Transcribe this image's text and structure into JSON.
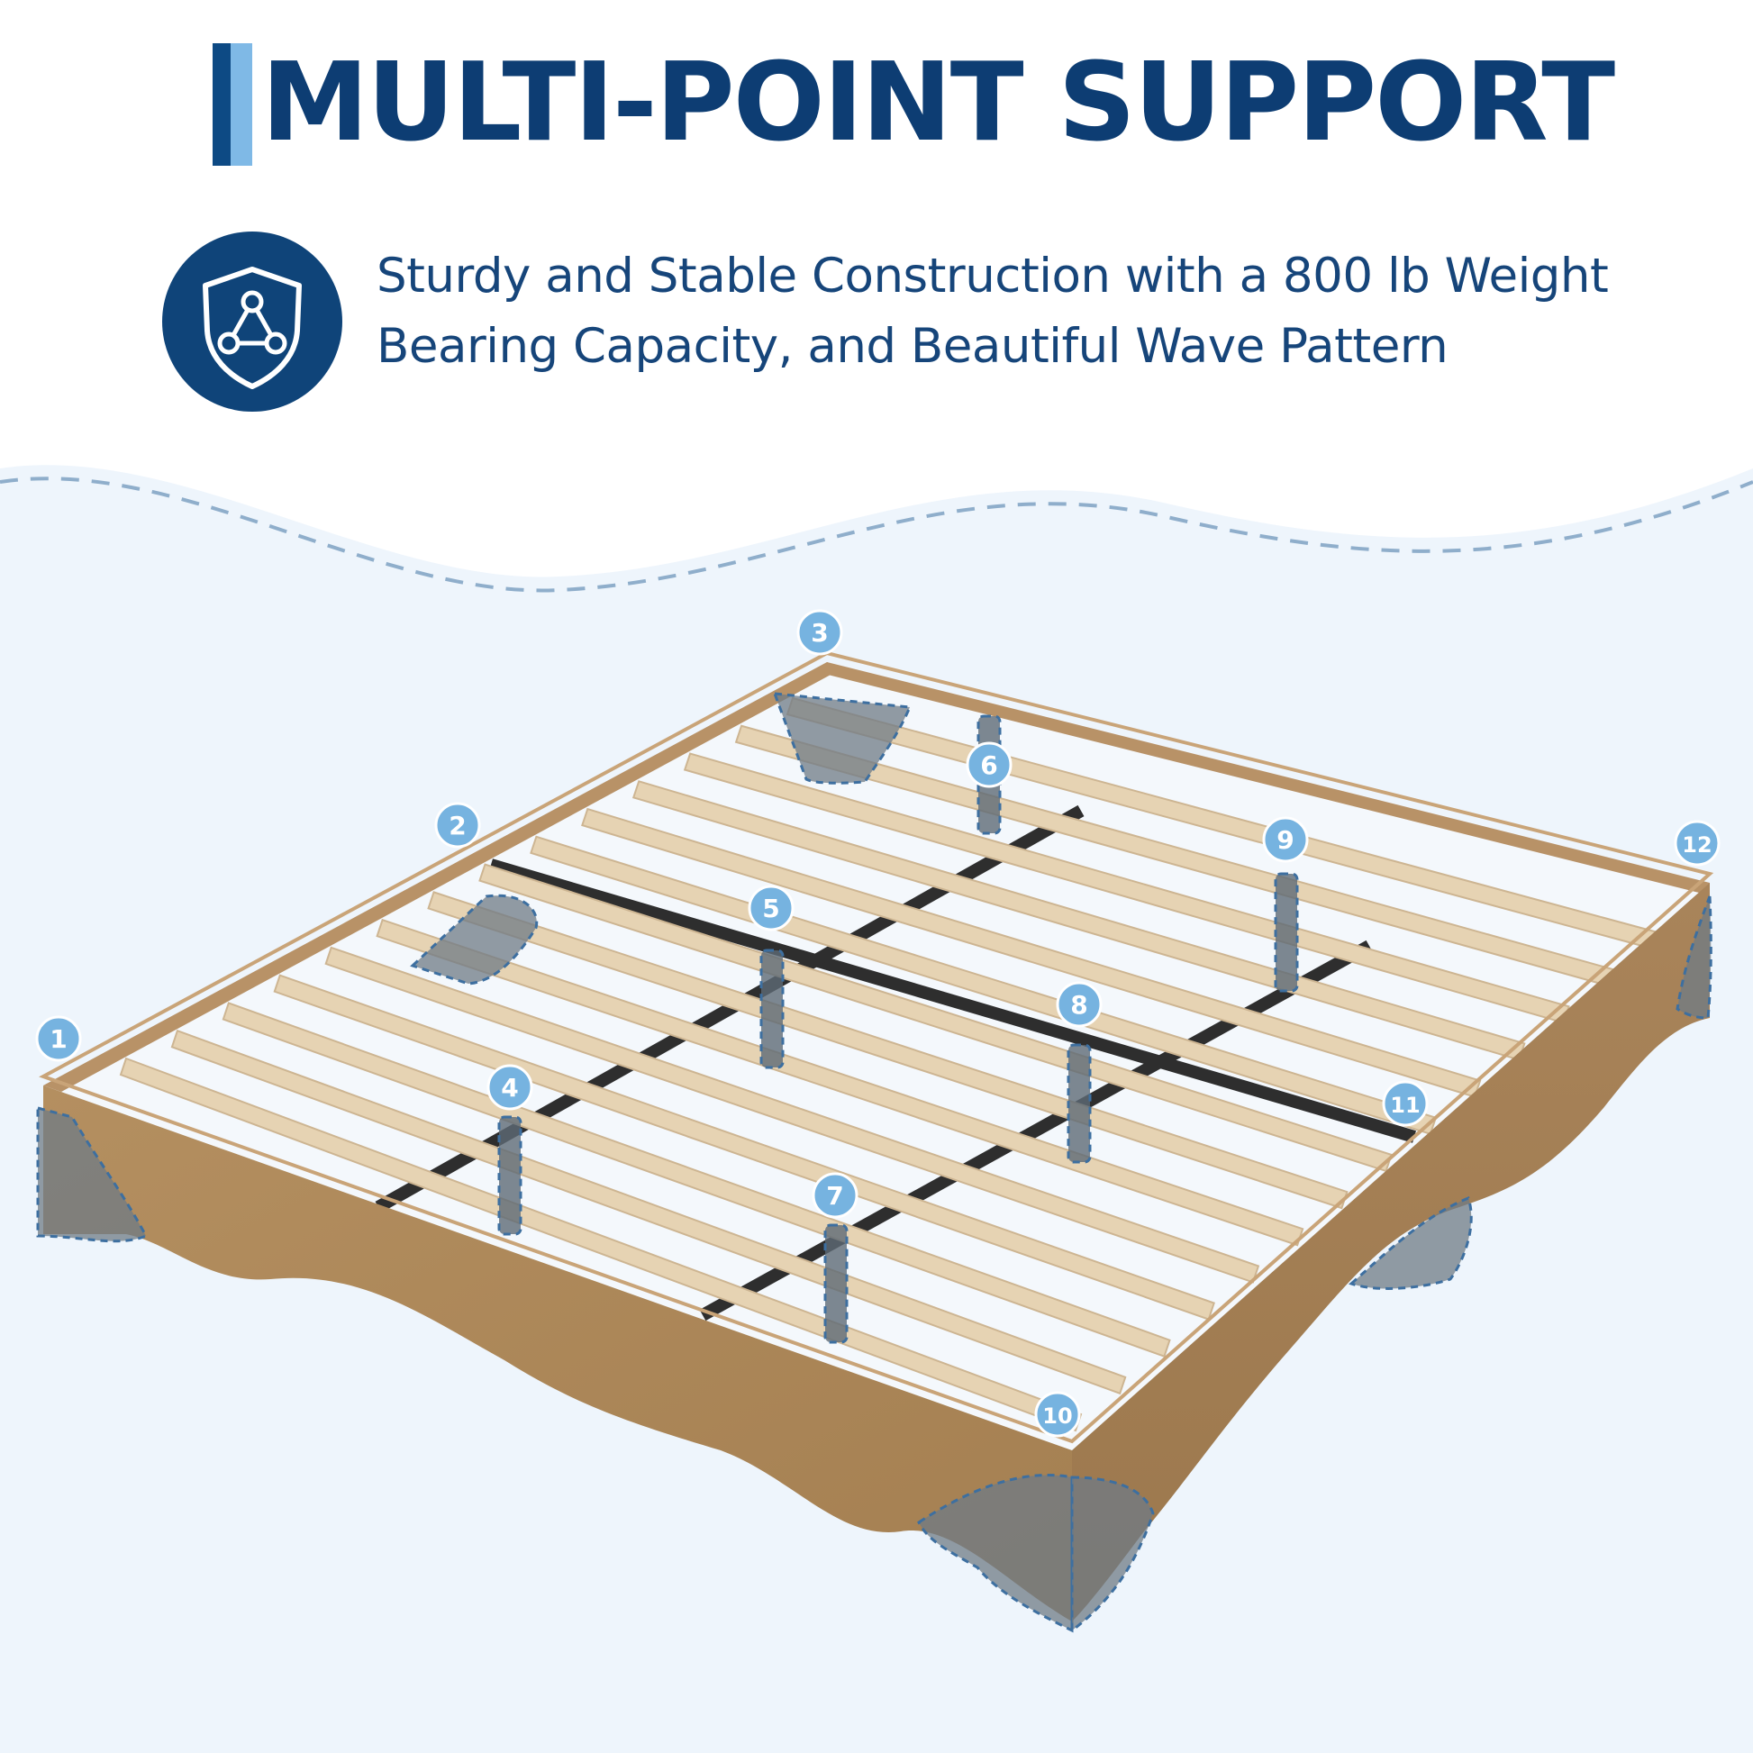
{
  "header": {
    "title": "MULTI-POINT SUPPORT",
    "subtitle_line1": "Sturdy and Stable Construction with a 800 lb Weight",
    "subtitle_line2": "Bearing Capacity, and Beautiful Wave Pattern",
    "badge_icon": "shield-triangle-icon"
  },
  "callouts": [
    "1",
    "2",
    "3",
    "4",
    "5",
    "6",
    "7",
    "8",
    "9",
    "10",
    "11",
    "12"
  ],
  "colors": {
    "title": "#0d3d73",
    "accent_dark": "#0d4a84",
    "accent_light": "#7fb9e6",
    "background_lower": "#eef5fc",
    "wood": "#b08a5b",
    "slat": "#e6d3b3",
    "bar": "#2b2b2b",
    "callout": "#76b3e0"
  }
}
